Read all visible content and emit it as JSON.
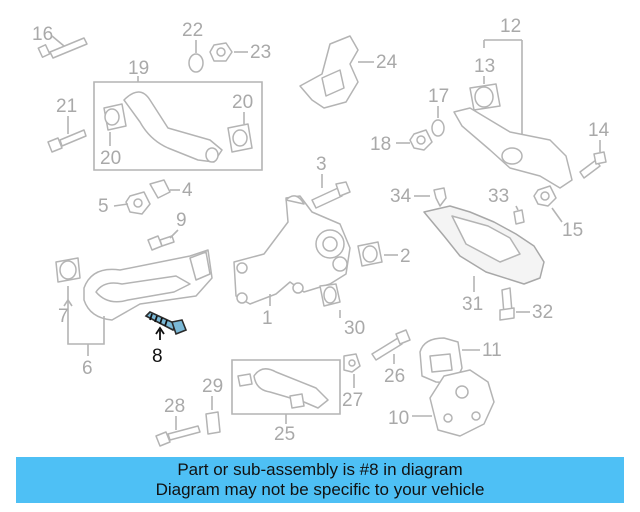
{
  "callouts": {
    "c1": "1",
    "c2": "2",
    "c3": "3",
    "c4": "4",
    "c5": "5",
    "c6": "6",
    "c7": "7",
    "c8": "8",
    "c9": "9",
    "c10": "10",
    "c11": "11",
    "c12": "12",
    "c13": "13",
    "c14": "14",
    "c15": "15",
    "c16": "16",
    "c17": "17",
    "c18": "18",
    "c19": "19",
    "c20a": "20",
    "c20b": "20",
    "c21": "21",
    "c22": "22",
    "c23": "23",
    "c24": "24",
    "c25": "25",
    "c26": "26",
    "c27": "27",
    "c28": "28",
    "c29": "29",
    "c30": "30",
    "c31": "31",
    "c32": "32",
    "c33": "33",
    "c34": "34"
  },
  "highlighted_part": "8",
  "caption": {
    "line1": "Part or sub-assembly is #8 in diagram",
    "line2": "Diagram may not be specific to your vehicle"
  },
  "colors": {
    "caption_background": "#4ec0f5",
    "line_art": "#b4b4b4",
    "highlight": "#111111"
  }
}
